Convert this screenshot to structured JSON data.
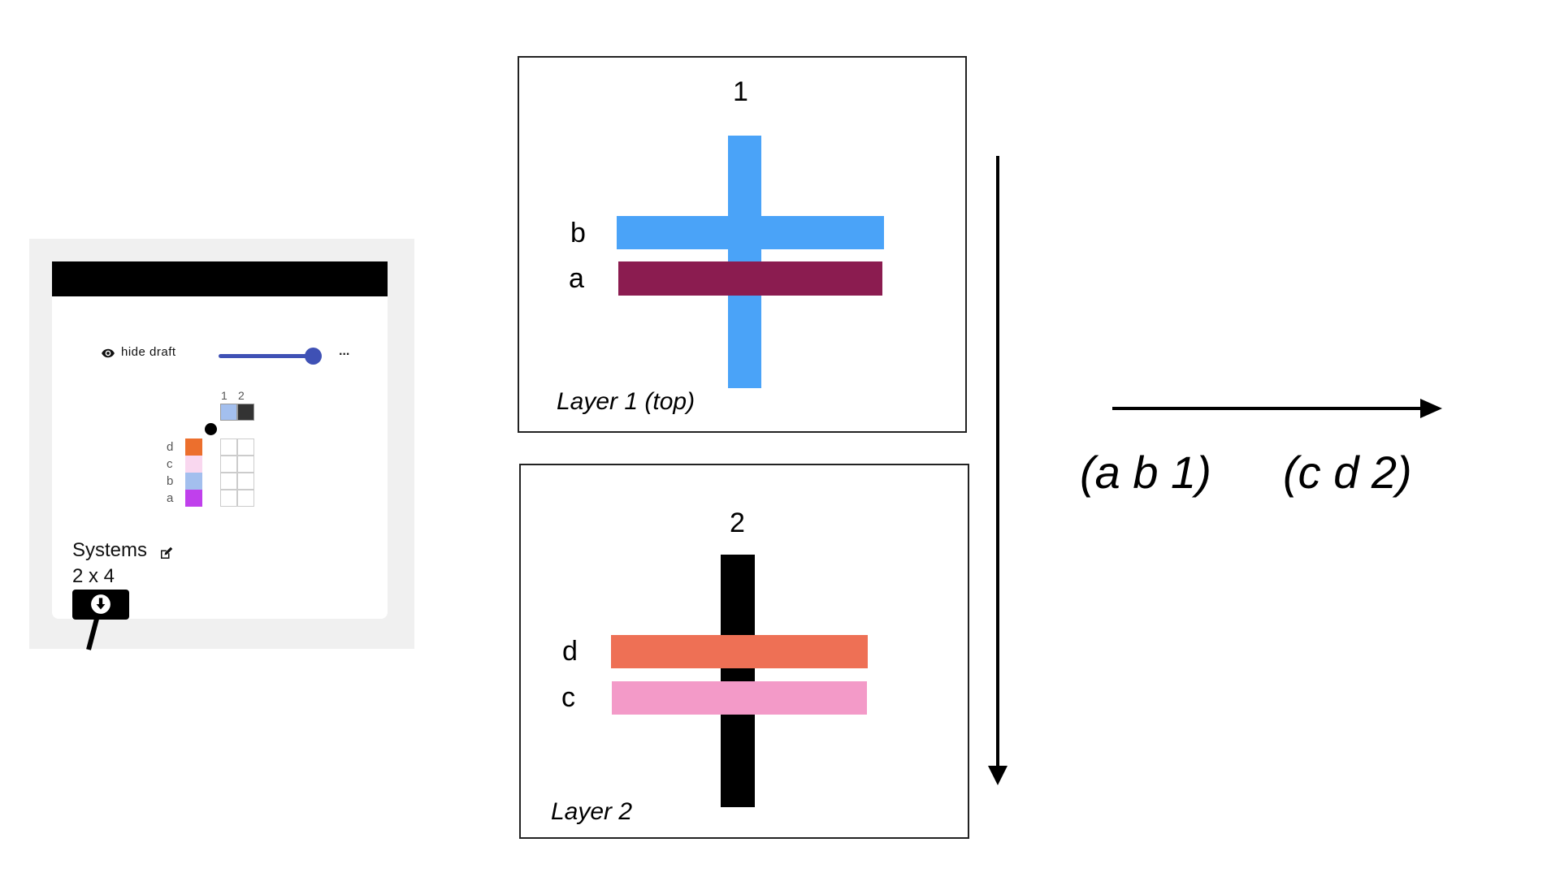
{
  "app_panel": {
    "hide_draft_label": "hide draft",
    "slider_value_percent": 100,
    "more_label": "...",
    "columns": [
      "1",
      "2"
    ],
    "column_colors": [
      "#a3bfee",
      "#333333"
    ],
    "rows": [
      {
        "label": "d",
        "color": "#ec6f2d"
      },
      {
        "label": "c",
        "color": "#f9d7ef"
      },
      {
        "label": "b",
        "color": "#a3bfee"
      },
      {
        "label": "a",
        "color": "#c040ec"
      }
    ],
    "title": "Systems",
    "dimensions": "2 x 4",
    "icons": [
      "eye-icon",
      "edit-icon",
      "download-icon"
    ],
    "accent_color": "#3f51b5"
  },
  "layers": [
    {
      "number": "1",
      "caption": "Layer 1 (top)",
      "upper_label": "b",
      "lower_label": "a",
      "vertical_color": "#4aa3f8",
      "upper_color": "#4aa3f8",
      "lower_color": "#8b1c50"
    },
    {
      "number": "2",
      "caption": "Layer 2",
      "upper_label": "d",
      "lower_label": "c",
      "vertical_color": "#000000",
      "upper_color": "#ee7055",
      "lower_color": "#f39ac8"
    }
  ],
  "sequence": [
    "(a b 1)",
    "(c d 2)"
  ]
}
